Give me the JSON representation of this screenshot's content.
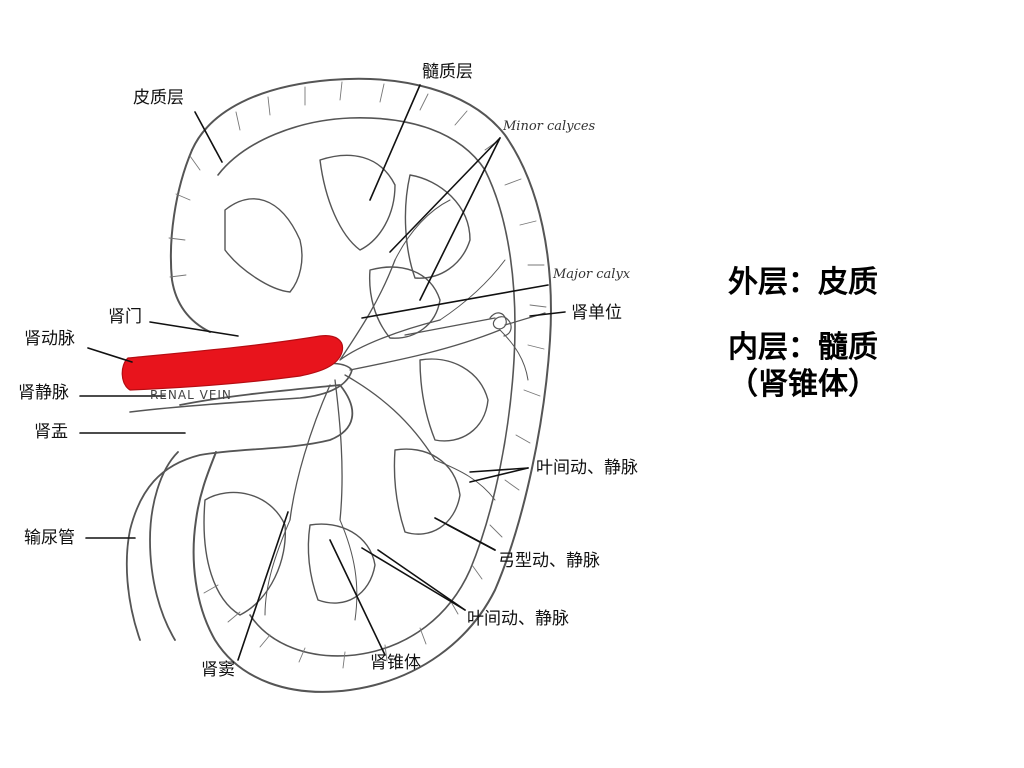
{
  "labels": {
    "cortex": "皮质层",
    "medulla": "髓质层",
    "minor_calyces": "Minor calyces",
    "major_calyx": "Major calyx",
    "hilum": "肾门",
    "nephron": "肾单位",
    "renal_artery": "肾动脉",
    "renal_vein": "肾静脉",
    "renal_vein_caption": "RENAL VEIN",
    "renal_pelvis": "肾盂",
    "ureter": "输尿管",
    "interlobar_1": "叶间动、静脉",
    "arcuate": "弓型动、静脉",
    "interlobar_2": "叶间动、静脉",
    "renal_sinus": "肾窦",
    "renal_pyramid": "肾锥体"
  },
  "side_text": {
    "outer": "外层：皮质",
    "inner": "内层：髓质",
    "inner_note": "（肾锥体）"
  },
  "colors": {
    "artery": "#e8141c",
    "outline": "#555555"
  }
}
